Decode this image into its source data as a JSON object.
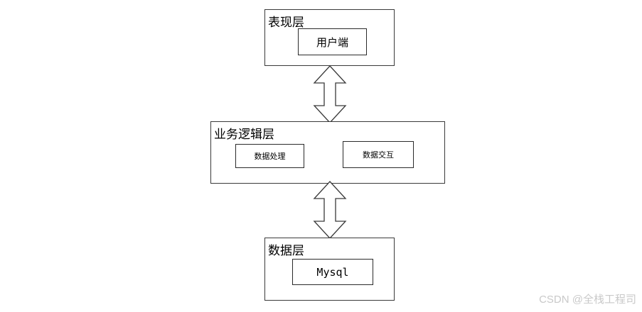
{
  "layers": {
    "presentation": {
      "title": "表现层",
      "items": [
        "用户端"
      ]
    },
    "business": {
      "title": "业务逻辑层",
      "items": [
        "数据处理",
        "数据交互"
      ]
    },
    "data": {
      "title": "数据层",
      "items": [
        "Mysql"
      ]
    }
  },
  "connectors": [
    {
      "from": "表现层",
      "to": "业务逻辑层",
      "type": "bidirectional"
    },
    {
      "from": "业务逻辑层",
      "to": "数据层",
      "type": "bidirectional"
    }
  ],
  "watermark": "CSDN @全栈工程司",
  "colors": {
    "border": "#3a3a3a",
    "watermark": "#c9c9c9"
  }
}
